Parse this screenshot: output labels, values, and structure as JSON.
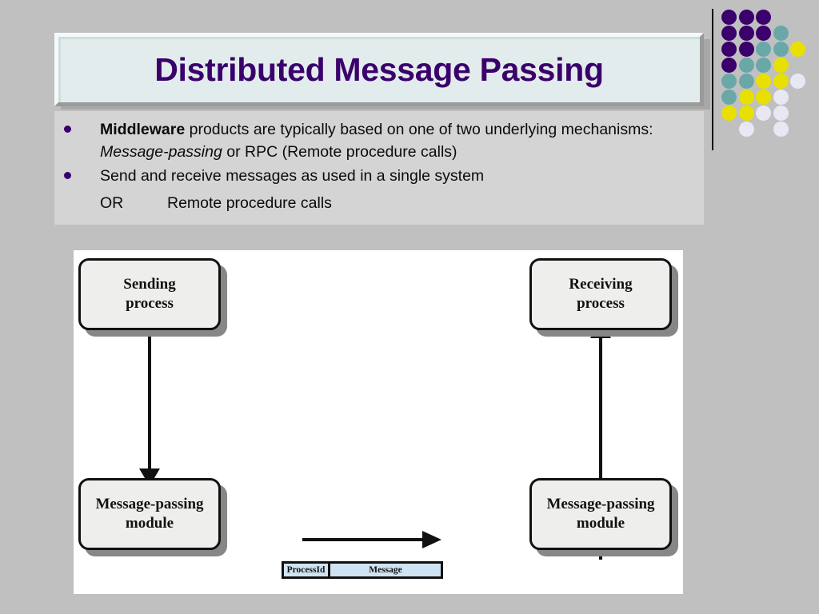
{
  "slide": {
    "title": "Distributed Message Passing",
    "background_color": "#c0c0c0",
    "title_color": "#3a006b",
    "panel_color": "#d4d4d4"
  },
  "bullets": [
    {
      "marker": "bullet",
      "segments": [
        {
          "text": "Middleware",
          "style": "bold"
        },
        {
          "text": " products are typically based on one of two underlying mechanisms: ",
          "style": "normal"
        },
        {
          "text": "Message-passing",
          "style": "italic"
        },
        {
          "text": " or RPC (Remote procedure calls)",
          "style": "normal"
        }
      ]
    },
    {
      "marker": "bullet",
      "segments": [
        {
          "text": "Send and receive messages as used in a single system",
          "style": "normal"
        }
      ]
    },
    {
      "marker": "none",
      "or_label": "OR",
      "segments": [
        {
          "text": "Remote procedure calls",
          "style": "normal"
        }
      ]
    }
  ],
  "diagram": {
    "background_color": "#ffffff",
    "boxes": [
      {
        "id": "sending",
        "line1": "Sending",
        "line2": "process"
      },
      {
        "id": "receiving",
        "line1": "Receiving",
        "line2": "process"
      },
      {
        "id": "mpm-left",
        "line1": "Message-passing",
        "line2": "module"
      },
      {
        "id": "mpm-right",
        "line1": "Message-passing",
        "line2": "module"
      }
    ],
    "arrows": [
      {
        "id": "sending-to-module",
        "direction": "down",
        "from": "sending",
        "to": "mpm-left"
      },
      {
        "id": "module-to-receiving",
        "direction": "up",
        "from": "mpm-right",
        "to": "receiving"
      },
      {
        "id": "message-transfer",
        "direction": "right",
        "from": "mpm-left",
        "to": "mpm-right"
      }
    ],
    "packet": {
      "fill_color": "#cfe3f2",
      "fields": [
        {
          "name": "processid",
          "label": "ProcessId"
        },
        {
          "name": "message",
          "label": "Message"
        }
      ]
    }
  },
  "decoration": {
    "divider_color": "#111111",
    "palette": {
      "purple": "#3a006b",
      "teal": "#6aa8a8",
      "yellow": "#e8e000",
      "white": "#e8e8f4"
    },
    "dots": [
      {
        "row": 0,
        "col": 0,
        "color": "purple"
      },
      {
        "row": 0,
        "col": 1,
        "color": "purple"
      },
      {
        "row": 0,
        "col": 2,
        "color": "purple"
      },
      {
        "row": 1,
        "col": 0,
        "color": "purple"
      },
      {
        "row": 1,
        "col": 1,
        "color": "purple"
      },
      {
        "row": 1,
        "col": 2,
        "color": "purple"
      },
      {
        "row": 1,
        "col": 3,
        "color": "teal"
      },
      {
        "row": 2,
        "col": 0,
        "color": "purple"
      },
      {
        "row": 2,
        "col": 1,
        "color": "purple"
      },
      {
        "row": 2,
        "col": 2,
        "color": "teal"
      },
      {
        "row": 2,
        "col": 3,
        "color": "teal"
      },
      {
        "row": 2,
        "col": 4,
        "color": "yellow"
      },
      {
        "row": 3,
        "col": 0,
        "color": "purple"
      },
      {
        "row": 3,
        "col": 1,
        "color": "teal"
      },
      {
        "row": 3,
        "col": 2,
        "color": "teal"
      },
      {
        "row": 3,
        "col": 3,
        "color": "yellow"
      },
      {
        "row": 4,
        "col": 0,
        "color": "teal"
      },
      {
        "row": 4,
        "col": 1,
        "color": "teal"
      },
      {
        "row": 4,
        "col": 2,
        "color": "yellow"
      },
      {
        "row": 4,
        "col": 3,
        "color": "yellow"
      },
      {
        "row": 4,
        "col": 4,
        "color": "white"
      },
      {
        "row": 5,
        "col": 0,
        "color": "teal"
      },
      {
        "row": 5,
        "col": 1,
        "color": "yellow"
      },
      {
        "row": 5,
        "col": 2,
        "color": "yellow"
      },
      {
        "row": 5,
        "col": 3,
        "color": "white"
      },
      {
        "row": 6,
        "col": 0,
        "color": "yellow"
      },
      {
        "row": 6,
        "col": 1,
        "color": "yellow"
      },
      {
        "row": 6,
        "col": 2,
        "color": "white"
      },
      {
        "row": 6,
        "col": 3,
        "color": "white"
      },
      {
        "row": 7,
        "col": 1,
        "color": "white"
      },
      {
        "row": 7,
        "col": 3,
        "color": "white"
      }
    ]
  }
}
